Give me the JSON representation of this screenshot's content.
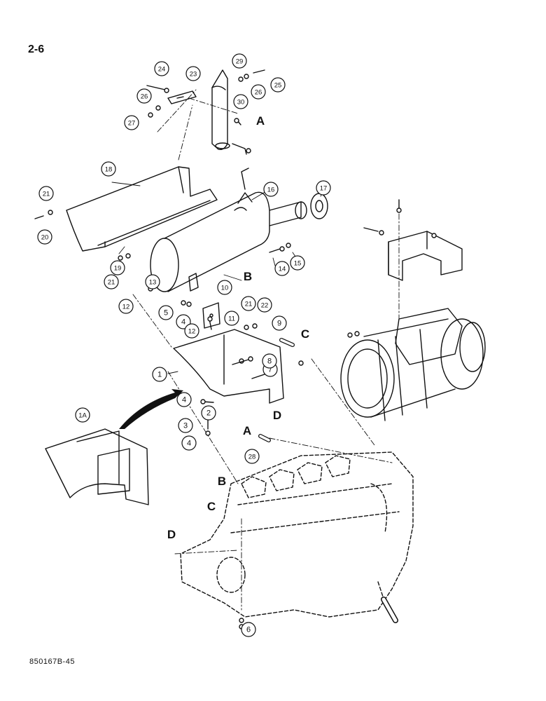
{
  "page_number": "2-6",
  "figure_id": "850167B-45",
  "callouts": [
    "1",
    "1A",
    "2",
    "3",
    "4",
    "4",
    "4",
    "5",
    "6",
    "7",
    "8",
    "9",
    "10",
    "11",
    "12",
    "12",
    "13",
    "14",
    "15",
    "16",
    "17",
    "18",
    "19",
    "20",
    "21",
    "21",
    "21",
    "22",
    "23",
    "24",
    "25",
    "26",
    "26",
    "27",
    "28",
    "29",
    "30"
  ],
  "connection_letters": [
    "A",
    "A",
    "B",
    "B",
    "C",
    "C",
    "D",
    "D"
  ]
}
